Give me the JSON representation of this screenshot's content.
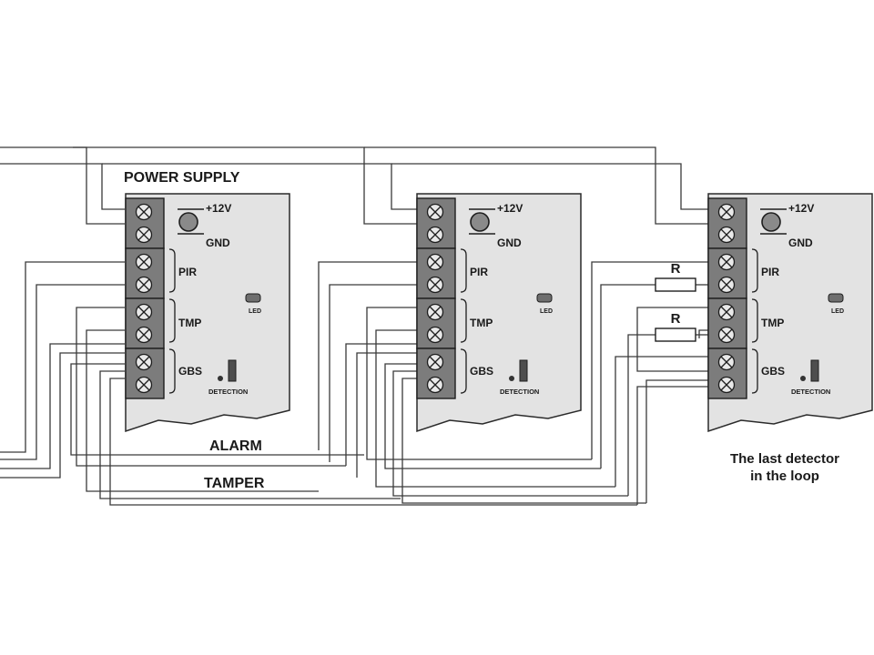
{
  "labels": {
    "power_supply": "POWER SUPPLY",
    "alarm": "ALARM",
    "tamper": "TAMPER",
    "last_detector_line1": "The last detector",
    "last_detector_line2": "in the loop",
    "resistor": "R"
  },
  "detector_labels": {
    "v12": "+12V",
    "gnd": "GND",
    "pir": "PIR",
    "tmp": "TMP",
    "gbs": "GBS",
    "led": "LED",
    "detection": "DETECTION"
  },
  "detectors": [
    {
      "id": "detector-1"
    },
    {
      "id": "detector-2"
    },
    {
      "id": "detector-3-last"
    }
  ],
  "colors": {
    "background": "#ffffff",
    "board": "#e3e3e3",
    "terminal_block": "#7c7c7c",
    "screw": "#e9e9e9",
    "line": "#2a2a2a"
  }
}
